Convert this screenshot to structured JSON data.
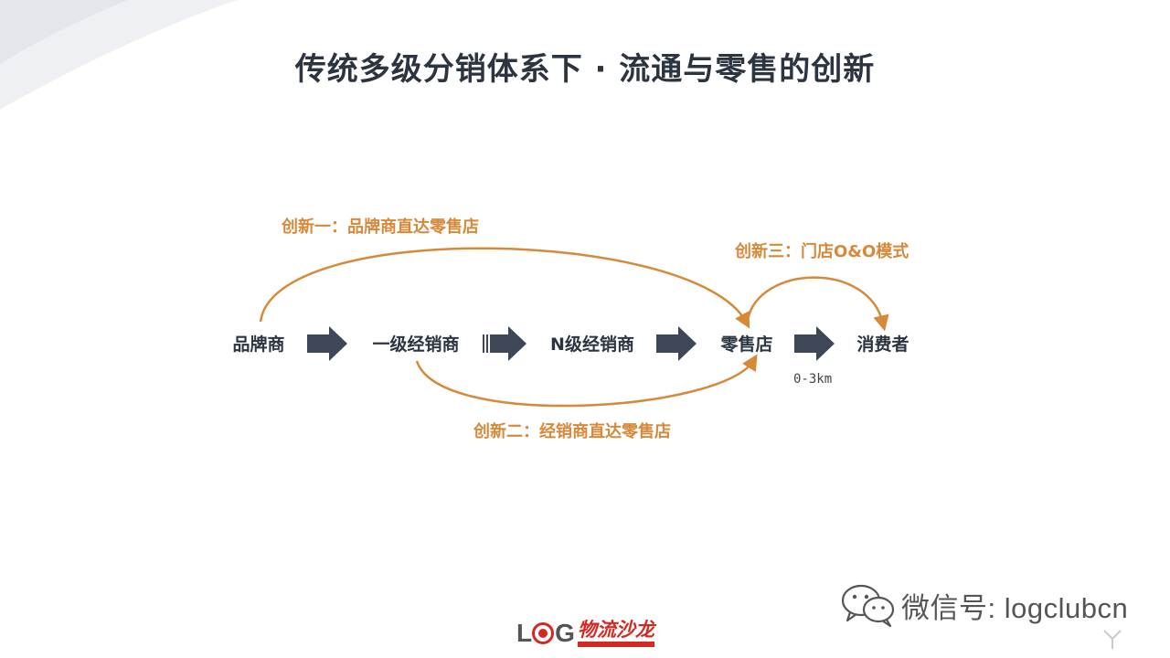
{
  "title": "传统多级分销体系下 · 流通与零售的创新",
  "colors": {
    "title": "#2c3440",
    "node_text": "#2c3440",
    "arrow_fill": "#3d4755",
    "innovation_accent": "#d7893a",
    "logo_red": "#d22a22"
  },
  "nodes": [
    "品牌商",
    "一级经销商",
    "N级经销商",
    "零售店",
    "消费者"
  ],
  "distance_label": "0-3km",
  "innovations": [
    {
      "label": "创新一：品牌商直达零售店",
      "from": "品牌商",
      "to": "零售店"
    },
    {
      "label": "创新二：经销商直达零售店",
      "from": "一级经销商",
      "to": "零售店"
    },
    {
      "label": "创新三：门店O&O模式",
      "from": "零售店",
      "to": "消费者"
    }
  ],
  "footer": {
    "wechat_label": "微信号: logclubcn",
    "logo_latin": "LOG",
    "logo_cn": "物流沙龙",
    "wechat_icon": "wechat-icon",
    "watermark_icon": "yiou-watermark-icon"
  }
}
